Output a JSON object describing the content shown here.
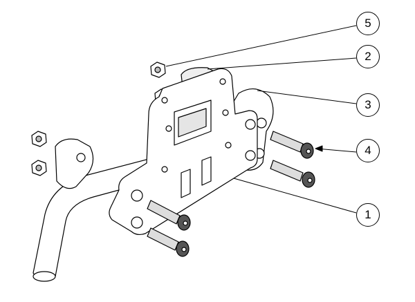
{
  "balloons": [
    {
      "id": "5",
      "label": "5"
    },
    {
      "id": "2",
      "label": "2"
    },
    {
      "id": "3",
      "label": "3"
    },
    {
      "id": "4",
      "label": "4"
    },
    {
      "id": "1",
      "label": "1"
    }
  ],
  "colors": {
    "line": "#000000",
    "part_fill": "#ffffff",
    "shade": "#d9d9d9",
    "dark": "#555555"
  }
}
